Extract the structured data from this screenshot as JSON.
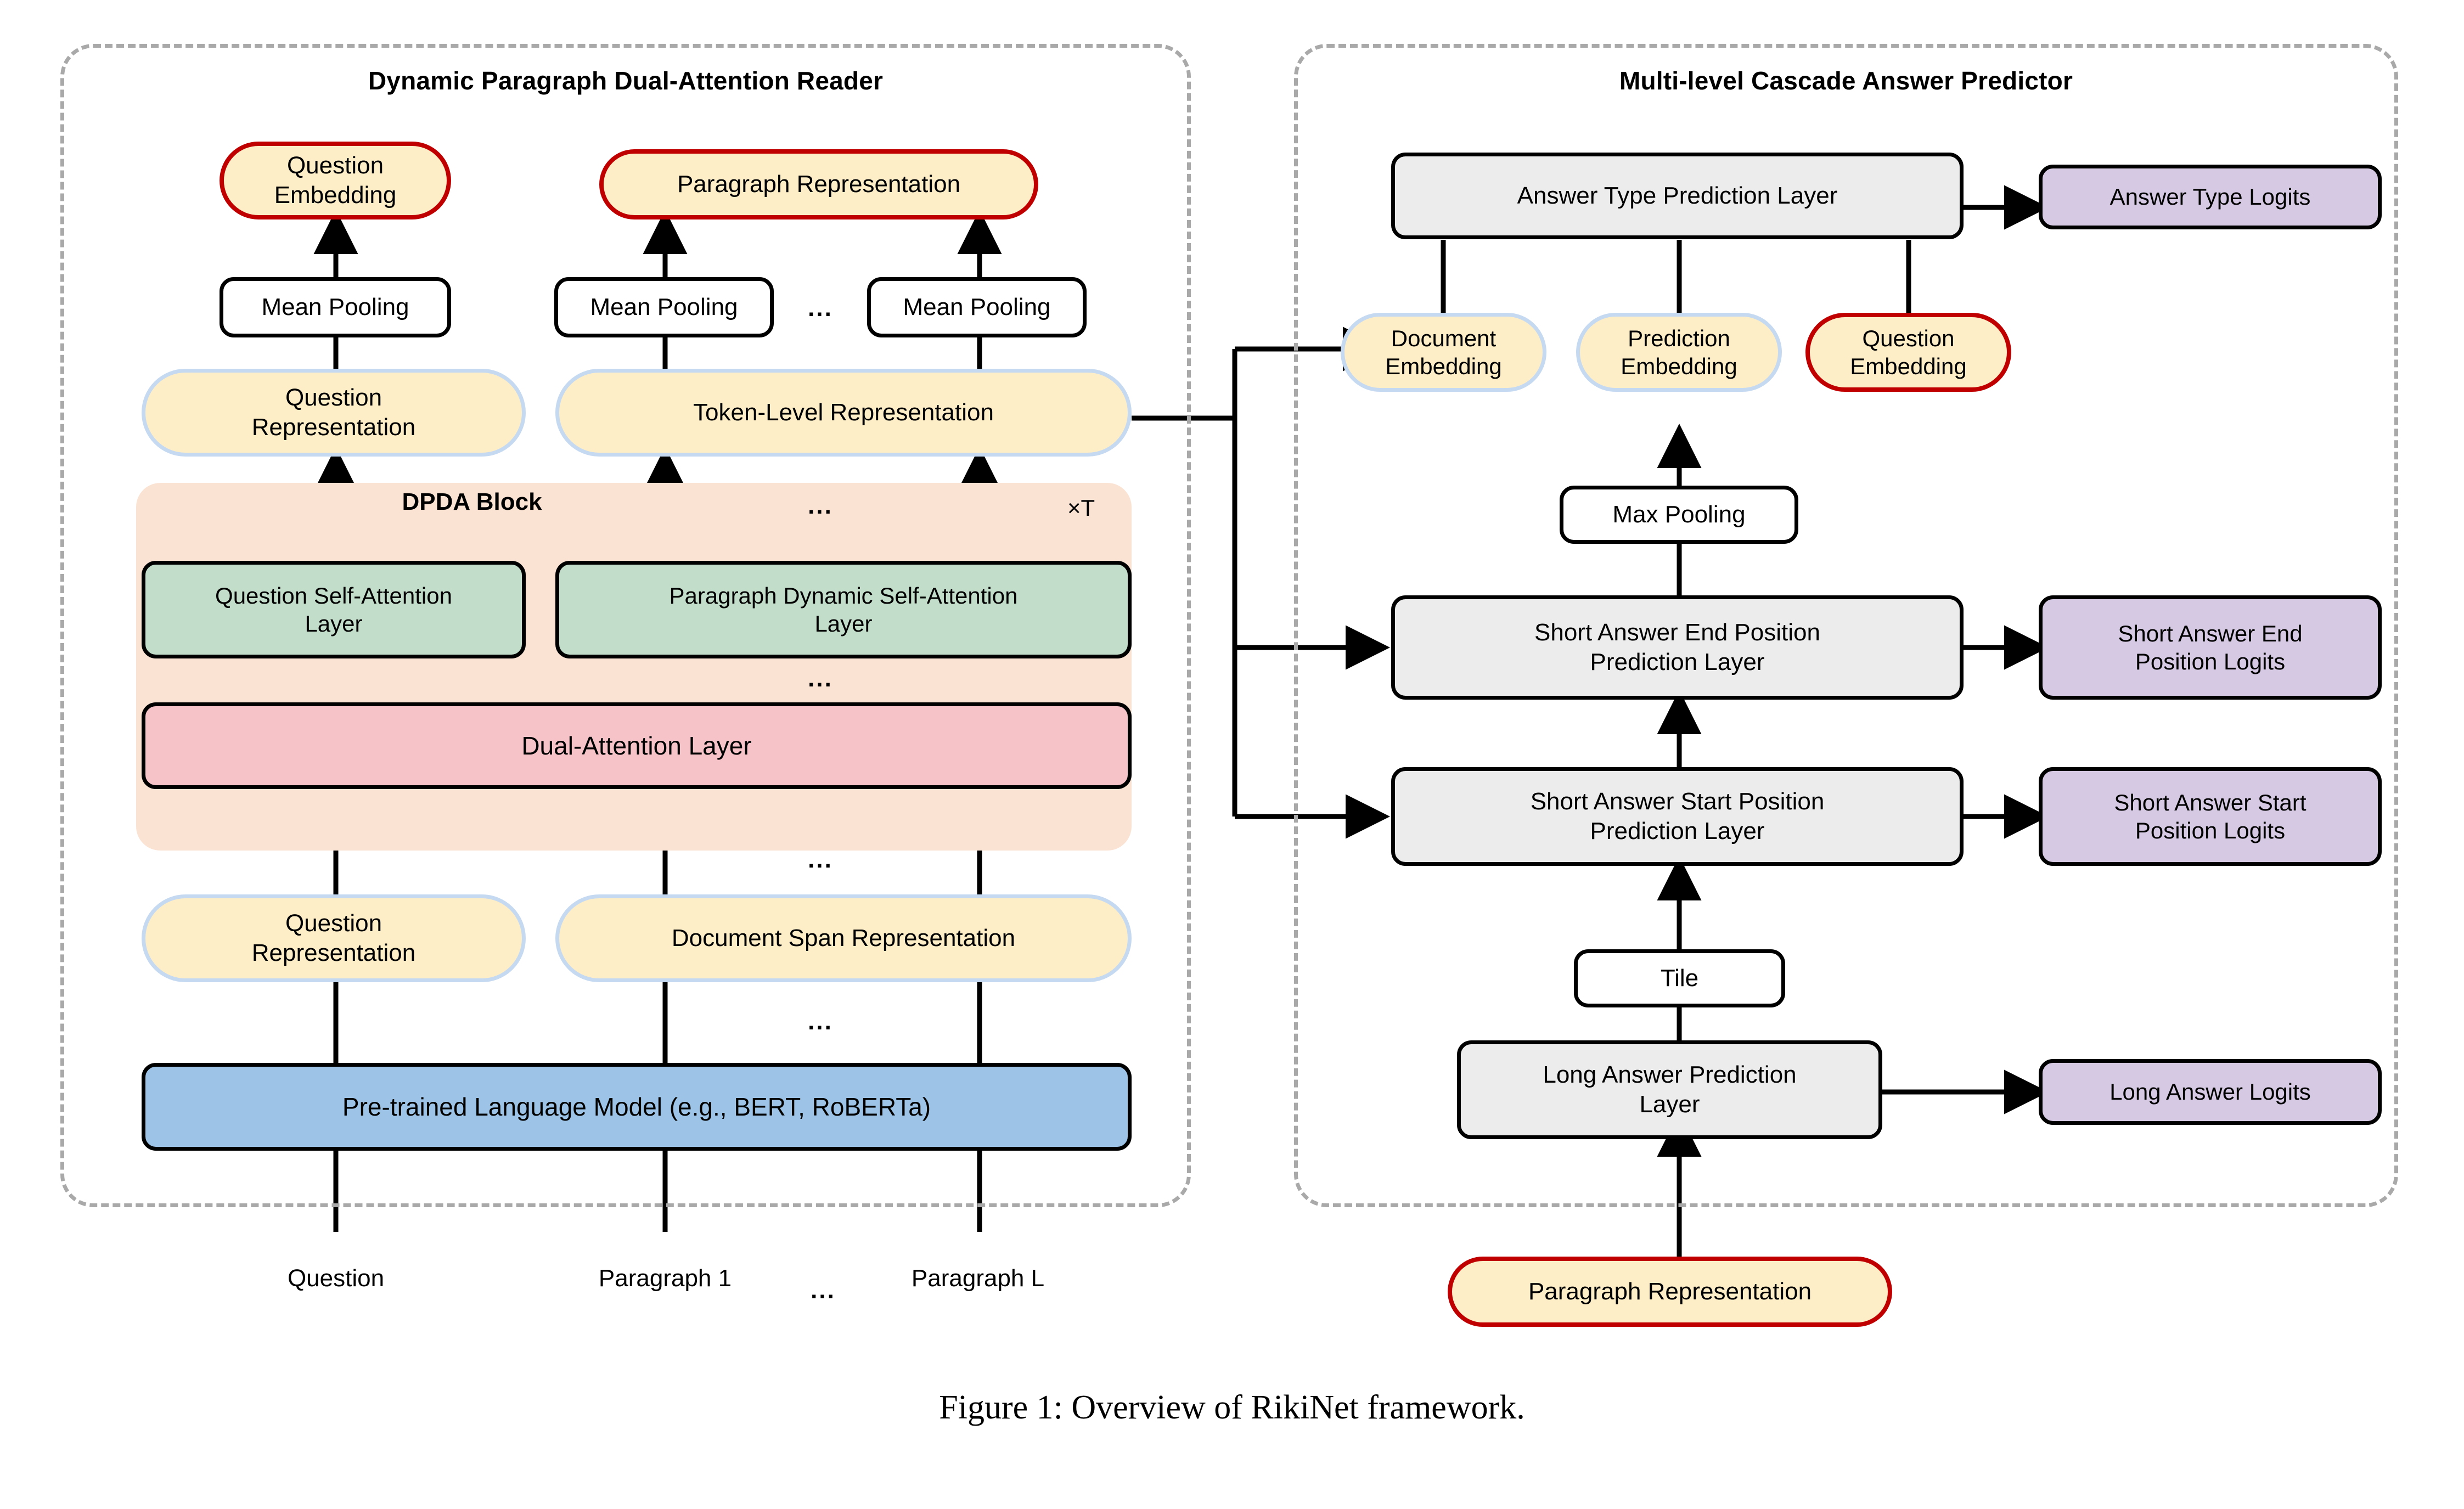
{
  "figure": {
    "caption": "Figure 1: Overview of RikiNet framework."
  },
  "colors": {
    "panel_border": "#a9a9a9",
    "accent_red": "#c00000",
    "rep_fill": "#fdeec8",
    "rep_border": "#c5d9f1",
    "attention_green": "#c2ddc9",
    "dual_attention_red": "#f5c3c8",
    "dpda_block": "#fbe3d4",
    "plm_blue": "#9dc3e6",
    "layer_grey": "#ececec",
    "logits_purple": "#d6c9e3"
  },
  "left_panel": {
    "title": "Dynamic Paragraph Dual-Attention Reader",
    "question_embedding": "Question\nEmbedding",
    "paragraph_representation": "Paragraph Representation",
    "mean_pooling_q": "Mean Pooling",
    "mean_pooling_p1": "Mean Pooling",
    "mean_pooling_pl": "Mean Pooling",
    "question_representation_top": "Question\nRepresentation",
    "token_level_representation": "Token-Level Representation",
    "dpda_block_label": "DPDA Block",
    "repeat_label": "×T",
    "question_self_attention": "Question Self-Attention\nLayer",
    "paragraph_dynamic_self_attention": "Paragraph  Dynamic  Self-Attention\nLayer",
    "dual_attention_layer": "Dual-Attention Layer",
    "question_representation_bottom": "Question\nRepresentation",
    "document_span_representation": "Document Span Representation",
    "plm": "Pre-trained Language Model (e.g., BERT, RoBERTa)",
    "input_question": "Question",
    "input_paragraph_1": "Paragraph 1",
    "input_paragraph_l": "Paragraph L",
    "ellipsis": "..."
  },
  "right_panel": {
    "title": "Multi-level Cascade Answer Predictor",
    "answer_type_prediction_layer": "Answer Type Prediction Layer",
    "answer_type_logits": "Answer Type Logits",
    "document_embedding": "Document\nEmbedding",
    "prediction_embedding": "Prediction\nEmbedding",
    "question_embedding": "Question\nEmbedding",
    "max_pooling": "Max Pooling",
    "short_answer_end_layer": "Short Answer End Position\nPrediction Layer",
    "short_answer_end_logits": "Short Answer End\nPosition Logits",
    "short_answer_start_layer": "Short Answer Start Position\nPrediction Layer",
    "short_answer_start_logits": "Short Answer Start\nPosition Logits",
    "tile": "Tile",
    "long_answer_prediction_layer": "Long Answer Prediction\nLayer",
    "long_answer_logits": "Long Answer Logits",
    "paragraph_representation": "Paragraph Representation"
  }
}
